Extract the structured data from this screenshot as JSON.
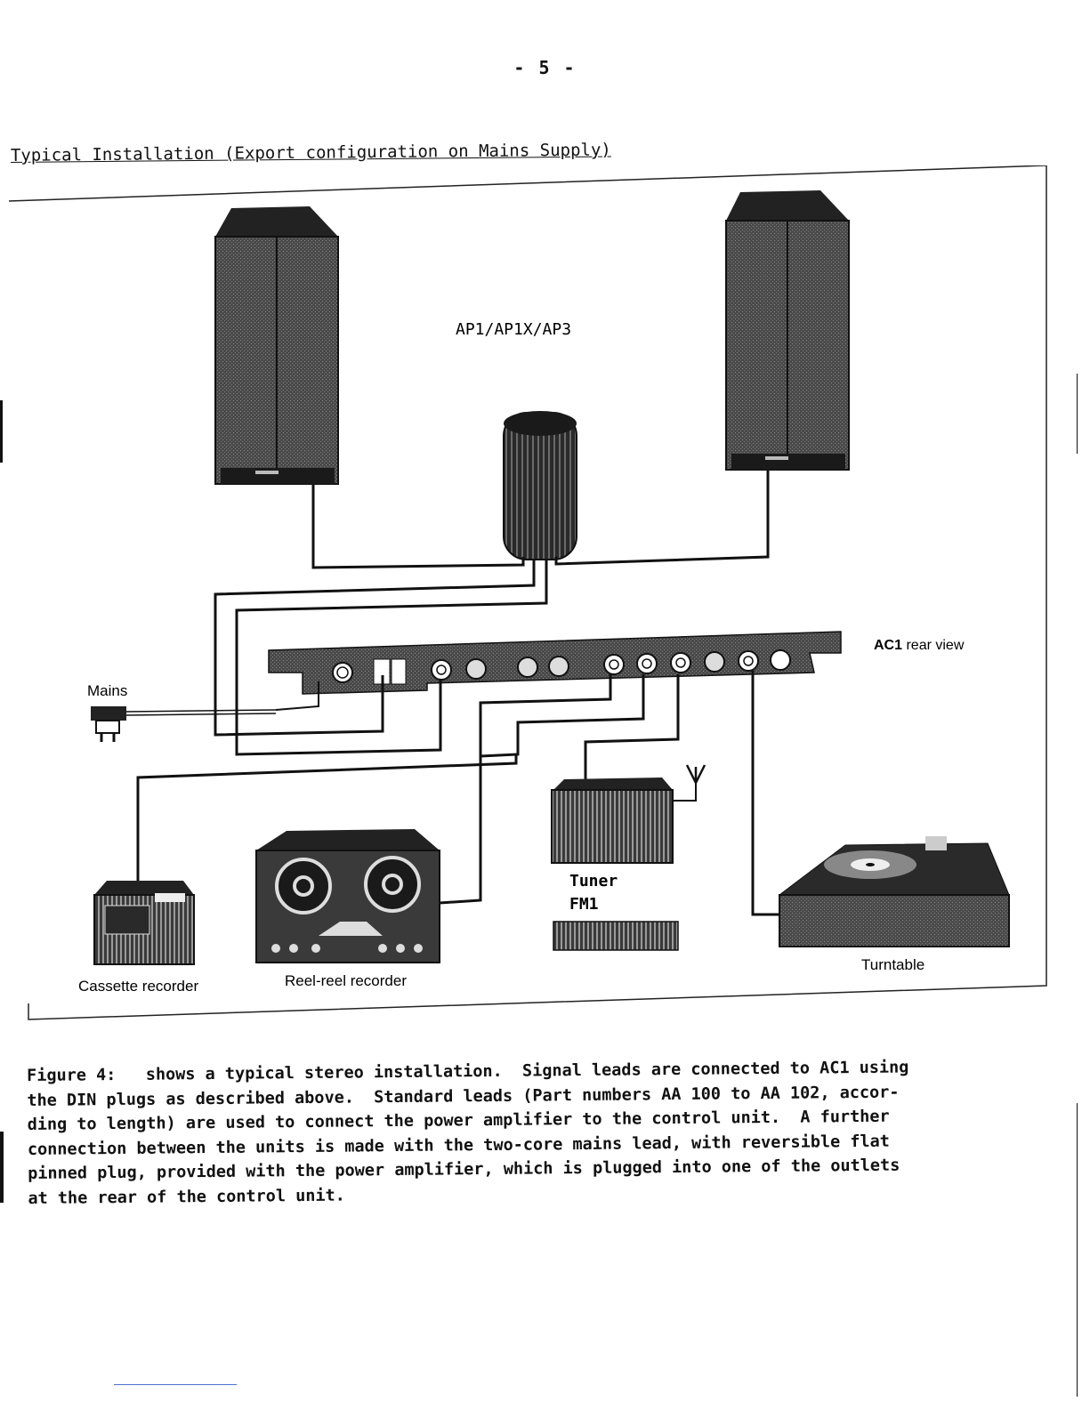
{
  "page": {
    "number": "- 5 -",
    "heading": "Typical Installation (Export configuration on Mains Supply)"
  },
  "figure": {
    "labels": {
      "speakers": "AP1/AP1X/AP3",
      "control_unit_bold": "AC1",
      "control_unit_rest": " rear view",
      "mains": "Mains",
      "cassette": "Cassette recorder",
      "reel": "Reel-reel recorder",
      "tuner_line1": "Tuner",
      "tuner_line2": "FM1",
      "turntable": "Turntable"
    },
    "colors": {
      "ink": "#111111",
      "speaker_fill": "#3a3a3a",
      "panel_fill": "#5a5a5a",
      "paper": "#ffffff"
    }
  },
  "caption": {
    "lines": [
      "Figure 4:   shows a typical stereo installation.  Signal leads are connected to AC1 using",
      "the DIN plugs as described above.  Standard leads (Part numbers AA 100 to AA 102, accor-",
      "ding to length) are used to connect the power amplifier to the control unit.  A further",
      "connection between the units is made with the two-core mains lead, with reversible flat",
      "pinned plug, provided with the power amplifier, which is plugged into one of the outlets",
      "at the rear of the control unit."
    ]
  }
}
